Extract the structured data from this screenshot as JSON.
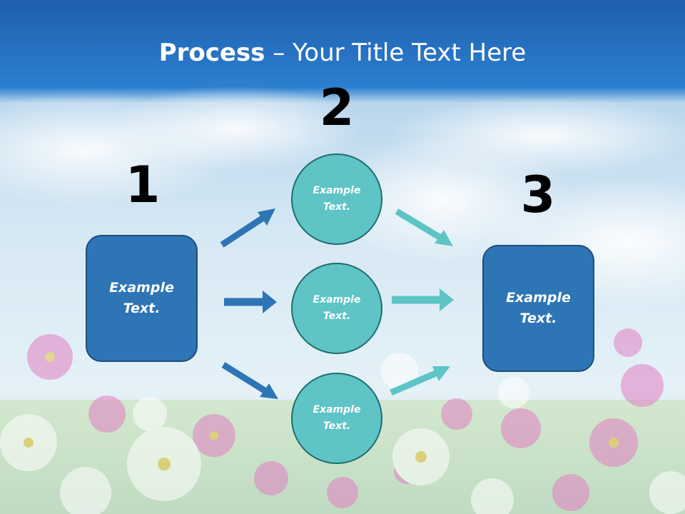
{
  "slide": {
    "title_bold": "Process",
    "title_rest": " – Your Title Text Here"
  },
  "steps": {
    "num1": "1",
    "num2": "2",
    "num3": "3"
  },
  "left_box": {
    "text": "Example\nText."
  },
  "right_box": {
    "text": "Example\nText."
  },
  "circles": [
    {
      "text": "Example\nText."
    },
    {
      "text": "Example\nText."
    },
    {
      "text": "Example\nText."
    }
  ],
  "colors": {
    "box_fill": "#2e75b6",
    "circle_fill": "#5ec4c6",
    "arrow_blue": "#2e75b6",
    "arrow_teal": "#5ec4c6"
  }
}
